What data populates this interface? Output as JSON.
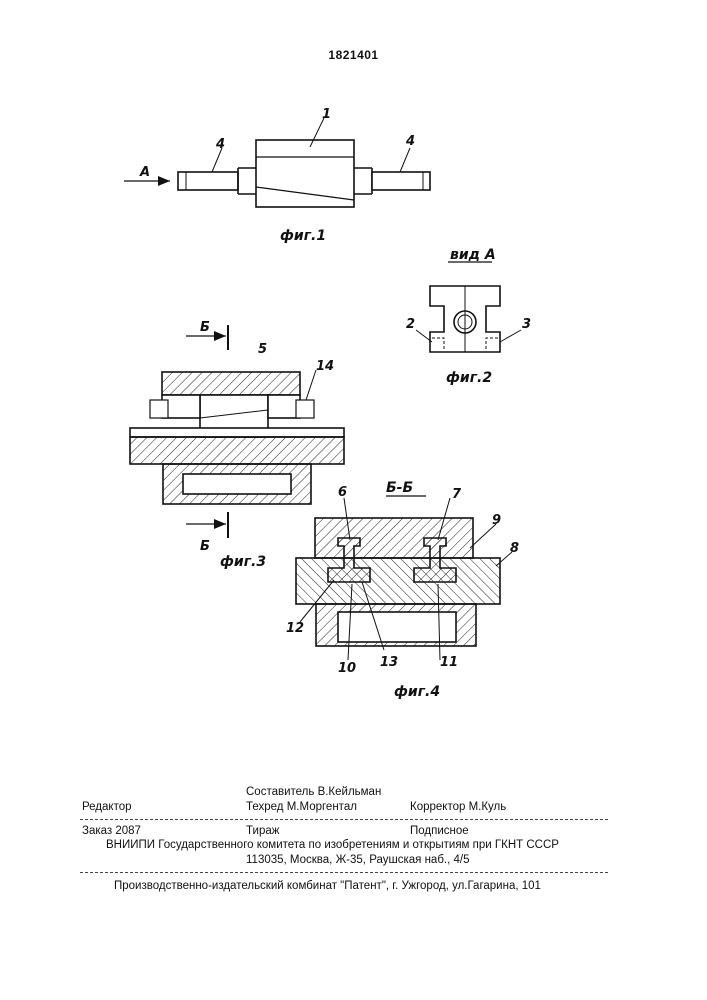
{
  "header": {
    "patent_number": "1821401"
  },
  "fig1": {
    "caption": "фиг.1",
    "arrow_label": "А",
    "part_1": "1",
    "part_4_left": "4",
    "part_4_right": "4"
  },
  "fig2": {
    "caption": "фиг.2",
    "view_title": "вид А",
    "part_2": "2",
    "part_3": "3"
  },
  "fig3": {
    "caption": "фиг.3",
    "section_top": "Б",
    "section_bottom": "Б",
    "part_5": "5",
    "part_14": "14"
  },
  "fig4": {
    "caption": "фиг.4",
    "section_title": "Б-Б",
    "part_6": "6",
    "part_7": "7",
    "part_8": "8",
    "part_9": "9",
    "part_10": "10",
    "part_11": "11",
    "part_12": "12",
    "part_13": "13"
  },
  "footer": {
    "editor_label": "Редактор",
    "compiler": "Составитель В.Кейльман",
    "techred": "Техред М.Моргентал",
    "corrector": "Корректор М.Куль",
    "order": "Заказ 2087",
    "circulation": "Тираж",
    "subscription": "Подписное",
    "vniipi": "ВНИИПИ Государственного комитета по изобретениям и открытиям при ГКНТ СССР",
    "address": "113035, Москва, Ж-35, Раушская наб., 4/5",
    "publisher": "Производственно-издательский комбинат \"Патент\", г. Ужгород, ул.Гагарина, 101"
  }
}
